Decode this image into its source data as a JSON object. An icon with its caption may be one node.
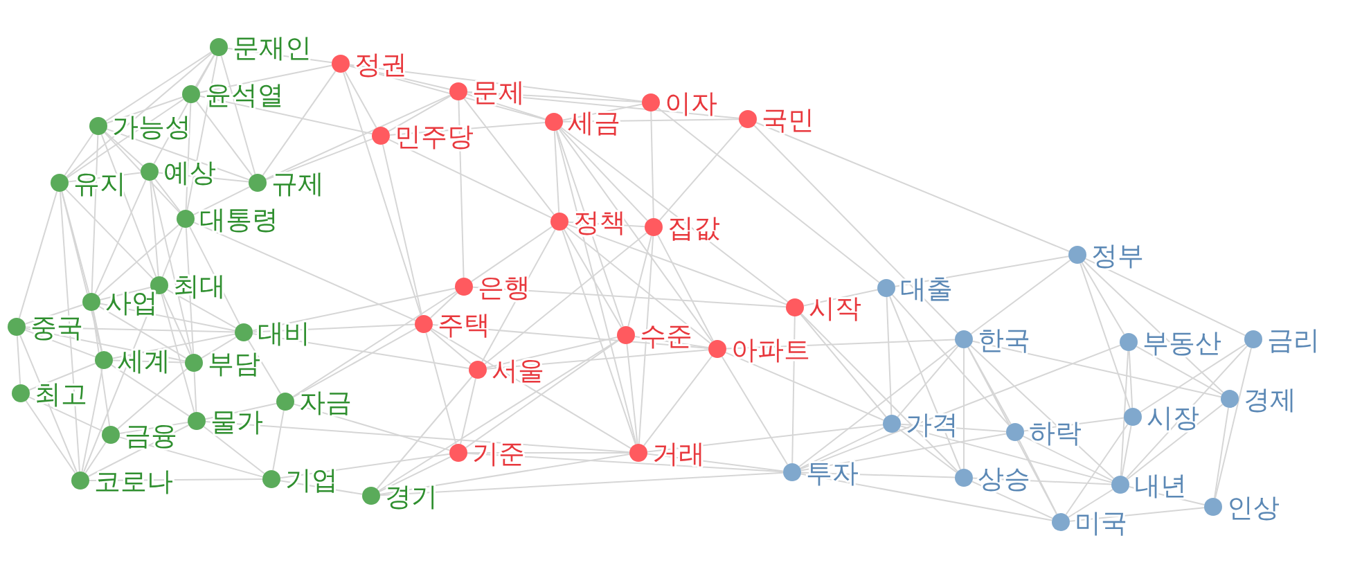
{
  "diagram": {
    "nodes": [
      {
        "text": [],
        "shape": "circle",
        "beside": [
          "문재인"
        ]
      },
      {
        "text": [],
        "shape": "circle",
        "beside": [
          "정권"
        ]
      },
      {
        "text": [],
        "shape": "circle",
        "beside": [
          "문제"
        ]
      },
      {
        "text": [],
        "shape": "circle",
        "beside": [
          "윤석열"
        ]
      },
      {
        "text": [],
        "shape": "circle",
        "beside": [
          "이자"
        ]
      },
      {
        "text": [],
        "shape": "circle",
        "beside": [
          "국민"
        ]
      },
      {
        "text": [],
        "shape": "circle",
        "beside": [
          "세금"
        ]
      },
      {
        "text": [],
        "shape": "circle",
        "beside": [
          "가능성"
        ]
      },
      {
        "text": [],
        "shape": "circle",
        "beside": [
          "민주당"
        ]
      },
      {
        "text": [],
        "shape": "circle",
        "beside": [
          "예상"
        ]
      },
      {
        "text": [],
        "shape": "circle",
        "beside": [
          "유지"
        ]
      },
      {
        "text": [],
        "shape": "circle",
        "beside": [
          "규제"
        ]
      },
      {
        "text": [],
        "shape": "circle",
        "beside": [
          "대통령"
        ]
      },
      {
        "text": [],
        "shape": "circle",
        "beside": [
          "정책"
        ]
      },
      {
        "text": [],
        "shape": "circle",
        "beside": [
          "집값"
        ]
      },
      {
        "text": [],
        "shape": "circle",
        "beside": [
          "정부"
        ]
      },
      {
        "text": [],
        "shape": "circle",
        "beside": [
          "최대"
        ]
      },
      {
        "text": [],
        "shape": "circle",
        "beside": [
          "은행"
        ]
      },
      {
        "text": [],
        "shape": "circle",
        "beside": [
          "대출"
        ]
      },
      {
        "text": [],
        "shape": "circle",
        "beside": [
          "사업"
        ]
      },
      {
        "text": [],
        "shape": "circle",
        "beside": [
          "시작"
        ]
      },
      {
        "text": [],
        "shape": "circle",
        "beside": [
          "주택"
        ]
      },
      {
        "text": [],
        "shape": "circle",
        "beside": [
          "중국"
        ]
      },
      {
        "text": [],
        "shape": "circle",
        "beside": [
          "대비"
        ]
      },
      {
        "text": [],
        "shape": "circle",
        "beside": [
          "수준"
        ]
      },
      {
        "text": [],
        "shape": "circle",
        "beside": [
          "아파트"
        ]
      },
      {
        "text": [],
        "shape": "circle",
        "beside": [
          "한국"
        ]
      },
      {
        "text": [],
        "shape": "circle",
        "beside": [
          "부동산"
        ]
      },
      {
        "text": [],
        "shape": "circle",
        "beside": [
          "금리"
        ]
      },
      {
        "text": [],
        "shape": "circle",
        "beside": [
          "세계"
        ]
      },
      {
        "text": [],
        "shape": "circle",
        "beside": [
          "부담"
        ]
      },
      {
        "text": [],
        "shape": "circle",
        "beside": [
          "서울"
        ]
      },
      {
        "text": [],
        "shape": "circle",
        "beside": [
          "최고"
        ]
      },
      {
        "text": [],
        "shape": "circle",
        "beside": [
          "자금"
        ]
      },
      {
        "text": [],
        "shape": "circle",
        "beside": [
          "경제"
        ]
      },
      {
        "text": [],
        "shape": "circle",
        "beside": [
          "시장"
        ]
      },
      {
        "text": [],
        "shape": "circle",
        "beside": [
          "가격"
        ]
      },
      {
        "text": [],
        "shape": "circle",
        "beside": [
          "물가"
        ]
      },
      {
        "text": [],
        "shape": "circle",
        "beside": [
          "금융"
        ]
      },
      {
        "text": [],
        "shape": "circle",
        "beside": [
          "하락"
        ]
      },
      {
        "text": [],
        "shape": "circle",
        "beside": [
          "기준"
        ]
      },
      {
        "text": [],
        "shape": "circle",
        "beside": [
          "거래"
        ]
      },
      {
        "text": [],
        "shape": "circle",
        "beside": [
          "투자"
        ]
      },
      {
        "text": [],
        "shape": "circle",
        "beside": [
          "상승"
        ]
      },
      {
        "text": [],
        "shape": "circle",
        "beside": [
          "기업"
        ]
      },
      {
        "text": [],
        "shape": "circle",
        "beside": [
          "코로나"
        ]
      },
      {
        "text": [],
        "shape": "circle",
        "beside": [
          "내년"
        ]
      },
      {
        "text": [],
        "shape": "circle",
        "beside": [
          "경기"
        ]
      },
      {
        "text": [],
        "shape": "circle",
        "beside": [
          "인상"
        ]
      },
      {
        "text": [],
        "shape": "circle",
        "beside": [
          "미국"
        ]
      }
    ],
    "edges": [
      {
        "from": 0,
        "to": 1,
        "arrow": "none"
      },
      {
        "from": 0,
        "to": 3,
        "arrow": "none"
      },
      {
        "from": 0,
        "to": 7,
        "arrow": "none"
      },
      {
        "from": 0,
        "to": 10,
        "arrow": "none"
      },
      {
        "from": 0,
        "to": 11,
        "arrow": "none"
      },
      {
        "from": 0,
        "to": 9,
        "arrow": "none"
      },
      {
        "from": 0,
        "to": 12,
        "arrow": "none"
      },
      {
        "from": 3,
        "to": 1,
        "arrow": "none"
      },
      {
        "from": 3,
        "to": 7,
        "arrow": "none"
      },
      {
        "from": 3,
        "to": 8,
        "arrow": "none"
      },
      {
        "from": 3,
        "to": 12,
        "arrow": "none"
      },
      {
        "from": 3,
        "to": 10,
        "arrow": "none"
      },
      {
        "from": 3,
        "to": 11,
        "arrow": "none"
      },
      {
        "from": 7,
        "to": 10,
        "arrow": "none"
      },
      {
        "from": 7,
        "to": 9,
        "arrow": "none"
      },
      {
        "from": 7,
        "to": 12,
        "arrow": "none"
      },
      {
        "from": 7,
        "to": 11,
        "arrow": "none"
      },
      {
        "from": 7,
        "to": 16,
        "arrow": "none"
      },
      {
        "from": 7,
        "to": 19,
        "arrow": "none"
      },
      {
        "from": 10,
        "to": 9,
        "arrow": "none"
      },
      {
        "from": 10,
        "to": 19,
        "arrow": "none"
      },
      {
        "from": 10,
        "to": 22,
        "arrow": "none"
      },
      {
        "from": 10,
        "to": 29,
        "arrow": "none"
      },
      {
        "from": 10,
        "to": 45,
        "arrow": "none"
      },
      {
        "from": 10,
        "to": 16,
        "arrow": "none"
      },
      {
        "from": 9,
        "to": 11,
        "arrow": "none"
      },
      {
        "from": 9,
        "to": 12,
        "arrow": "none"
      },
      {
        "from": 9,
        "to": 16,
        "arrow": "none"
      },
      {
        "from": 9,
        "to": 19,
        "arrow": "none"
      },
      {
        "from": 9,
        "to": 30,
        "arrow": "none"
      },
      {
        "from": 11,
        "to": 8,
        "arrow": "none"
      },
      {
        "from": 11,
        "to": 1,
        "arrow": "none"
      },
      {
        "from": 11,
        "to": 12,
        "arrow": "none"
      },
      {
        "from": 11,
        "to": 2,
        "arrow": "none"
      },
      {
        "from": 12,
        "to": 16,
        "arrow": "none"
      },
      {
        "from": 12,
        "to": 19,
        "arrow": "none"
      },
      {
        "from": 12,
        "to": 23,
        "arrow": "none"
      },
      {
        "from": 12,
        "to": 21,
        "arrow": "none"
      },
      {
        "from": 12,
        "to": 30,
        "arrow": "none"
      },
      {
        "from": 22,
        "to": 19,
        "arrow": "none"
      },
      {
        "from": 22,
        "to": 29,
        "arrow": "none"
      },
      {
        "from": 22,
        "to": 32,
        "arrow": "none"
      },
      {
        "from": 22,
        "to": 23,
        "arrow": "none"
      },
      {
        "from": 22,
        "to": 45,
        "arrow": "none"
      },
      {
        "from": 22,
        "to": 30,
        "arrow": "none"
      },
      {
        "from": 19,
        "to": 29,
        "arrow": "none"
      },
      {
        "from": 19,
        "to": 23,
        "arrow": "none"
      },
      {
        "from": 19,
        "to": 30,
        "arrow": "none"
      },
      {
        "from": 19,
        "to": 38,
        "arrow": "none"
      },
      {
        "from": 19,
        "to": 16,
        "arrow": "none"
      },
      {
        "from": 32,
        "to": 45,
        "arrow": "none"
      },
      {
        "from": 32,
        "to": 29,
        "arrow": "none"
      },
      {
        "from": 32,
        "to": 38,
        "arrow": "none"
      },
      {
        "from": 29,
        "to": 30,
        "arrow": "none"
      },
      {
        "from": 29,
        "to": 45,
        "arrow": "none"
      },
      {
        "from": 29,
        "to": 37,
        "arrow": "none"
      },
      {
        "from": 29,
        "to": 23,
        "arrow": "none"
      },
      {
        "from": 30,
        "to": 23,
        "arrow": "none"
      },
      {
        "from": 30,
        "to": 37,
        "arrow": "none"
      },
      {
        "from": 30,
        "to": 38,
        "arrow": "none"
      },
      {
        "from": 30,
        "to": 16,
        "arrow": "none"
      },
      {
        "from": 16,
        "to": 23,
        "arrow": "none"
      },
      {
        "from": 16,
        "to": 37,
        "arrow": "none"
      },
      {
        "from": 23,
        "to": 33,
        "arrow": "none"
      },
      {
        "from": 23,
        "to": 21,
        "arrow": "none"
      },
      {
        "from": 23,
        "to": 31,
        "arrow": "none"
      },
      {
        "from": 23,
        "to": 17,
        "arrow": "none"
      },
      {
        "from": 33,
        "to": 44,
        "arrow": "none"
      },
      {
        "from": 33,
        "to": 37,
        "arrow": "none"
      },
      {
        "from": 33,
        "to": 21,
        "arrow": "none"
      },
      {
        "from": 33,
        "to": 40,
        "arrow": "none"
      },
      {
        "from": 33,
        "to": 17,
        "arrow": "none"
      },
      {
        "from": 38,
        "to": 37,
        "arrow": "none"
      },
      {
        "from": 38,
        "to": 45,
        "arrow": "none"
      },
      {
        "from": 38,
        "to": 44,
        "arrow": "none"
      },
      {
        "from": 37,
        "to": 44,
        "arrow": "none"
      },
      {
        "from": 37,
        "to": 45,
        "arrow": "none"
      },
      {
        "from": 37,
        "to": 41,
        "arrow": "none"
      },
      {
        "from": 45,
        "to": 44,
        "arrow": "none"
      },
      {
        "from": 45,
        "to": 16,
        "arrow": "none"
      },
      {
        "from": 44,
        "to": 47,
        "arrow": "none"
      },
      {
        "from": 44,
        "to": 40,
        "arrow": "none"
      },
      {
        "from": 47,
        "to": 40,
        "arrow": "none"
      },
      {
        "from": 47,
        "to": 31,
        "arrow": "none"
      },
      {
        "from": 47,
        "to": 42,
        "arrow": "none"
      },
      {
        "from": 47,
        "to": 41,
        "arrow": "none"
      },
      {
        "from": 47,
        "to": 24,
        "arrow": "none"
      },
      {
        "from": 1,
        "to": 2,
        "arrow": "none"
      },
      {
        "from": 1,
        "to": 6,
        "arrow": "none"
      },
      {
        "from": 1,
        "to": 4,
        "arrow": "none"
      },
      {
        "from": 1,
        "to": 8,
        "arrow": "none"
      },
      {
        "from": 1,
        "to": 21,
        "arrow": "none"
      },
      {
        "from": 2,
        "to": 6,
        "arrow": "none"
      },
      {
        "from": 2,
        "to": 4,
        "arrow": "none"
      },
      {
        "from": 2,
        "to": 5,
        "arrow": "none"
      },
      {
        "from": 2,
        "to": 8,
        "arrow": "none"
      },
      {
        "from": 2,
        "to": 13,
        "arrow": "none"
      },
      {
        "from": 2,
        "to": 17,
        "arrow": "none"
      },
      {
        "from": 8,
        "to": 6,
        "arrow": "none"
      },
      {
        "from": 8,
        "to": 13,
        "arrow": "none"
      },
      {
        "from": 8,
        "to": 21,
        "arrow": "none"
      },
      {
        "from": 6,
        "to": 13,
        "arrow": "none"
      },
      {
        "from": 6,
        "to": 24,
        "arrow": "none"
      },
      {
        "from": 6,
        "to": 25,
        "arrow": "none"
      },
      {
        "from": 6,
        "to": 41,
        "arrow": "none"
      },
      {
        "from": 6,
        "to": 5,
        "arrow": "none"
      },
      {
        "from": 6,
        "to": 4,
        "arrow": "none"
      },
      {
        "from": 6,
        "to": 20,
        "arrow": "none"
      },
      {
        "from": 6,
        "to": 14,
        "arrow": "none"
      },
      {
        "from": 4,
        "to": 14,
        "arrow": "none"
      },
      {
        "from": 4,
        "to": 18,
        "arrow": "none"
      },
      {
        "from": 5,
        "to": 14,
        "arrow": "none"
      },
      {
        "from": 5,
        "to": 15,
        "arrow": "none"
      },
      {
        "from": 5,
        "to": 26,
        "arrow": "none"
      },
      {
        "from": 13,
        "to": 14,
        "arrow": "none"
      },
      {
        "from": 13,
        "to": 17,
        "arrow": "none"
      },
      {
        "from": 13,
        "to": 24,
        "arrow": "none"
      },
      {
        "from": 13,
        "to": 25,
        "arrow": "none"
      },
      {
        "from": 13,
        "to": 31,
        "arrow": "none"
      },
      {
        "from": 13,
        "to": 41,
        "arrow": "none"
      },
      {
        "from": 13,
        "to": 20,
        "arrow": "none"
      },
      {
        "from": 14,
        "to": 25,
        "arrow": "none"
      },
      {
        "from": 14,
        "to": 24,
        "arrow": "none"
      },
      {
        "from": 14,
        "to": 41,
        "arrow": "none"
      },
      {
        "from": 14,
        "to": 31,
        "arrow": "none"
      },
      {
        "from": 17,
        "to": 21,
        "arrow": "none"
      },
      {
        "from": 17,
        "to": 20,
        "arrow": "none"
      },
      {
        "from": 21,
        "to": 31,
        "arrow": "none"
      },
      {
        "from": 21,
        "to": 40,
        "arrow": "none"
      },
      {
        "from": 21,
        "to": 25,
        "arrow": "none"
      },
      {
        "from": 21,
        "to": 41,
        "arrow": "none"
      },
      {
        "from": 31,
        "to": 24,
        "arrow": "none"
      },
      {
        "from": 31,
        "to": 40,
        "arrow": "none"
      },
      {
        "from": 31,
        "to": 25,
        "arrow": "none"
      },
      {
        "from": 24,
        "to": 25,
        "arrow": "none"
      },
      {
        "from": 24,
        "to": 41,
        "arrow": "none"
      },
      {
        "from": 24,
        "to": 40,
        "arrow": "none"
      },
      {
        "from": 25,
        "to": 41,
        "arrow": "none"
      },
      {
        "from": 25,
        "to": 42,
        "arrow": "none"
      },
      {
        "from": 25,
        "to": 26,
        "arrow": "none"
      },
      {
        "from": 25,
        "to": 36,
        "arrow": "none"
      },
      {
        "from": 40,
        "to": 41,
        "arrow": "none"
      },
      {
        "from": 40,
        "to": 42,
        "arrow": "none"
      },
      {
        "from": 41,
        "to": 42,
        "arrow": "none"
      },
      {
        "from": 41,
        "to": 36,
        "arrow": "none"
      },
      {
        "from": 20,
        "to": 42,
        "arrow": "none"
      },
      {
        "from": 20,
        "to": 36,
        "arrow": "none"
      },
      {
        "from": 20,
        "to": 43,
        "arrow": "none"
      },
      {
        "from": 20,
        "to": 18,
        "arrow": "none"
      },
      {
        "from": 18,
        "to": 15,
        "arrow": "none"
      },
      {
        "from": 18,
        "to": 36,
        "arrow": "none"
      },
      {
        "from": 18,
        "to": 43,
        "arrow": "none"
      },
      {
        "from": 18,
        "to": 39,
        "arrow": "none"
      },
      {
        "from": 15,
        "to": 26,
        "arrow": "none"
      },
      {
        "from": 15,
        "to": 35,
        "arrow": "none"
      },
      {
        "from": 15,
        "to": 27,
        "arrow": "none"
      },
      {
        "from": 15,
        "to": 34,
        "arrow": "none"
      },
      {
        "from": 15,
        "to": 28,
        "arrow": "none"
      },
      {
        "from": 26,
        "to": 36,
        "arrow": "none"
      },
      {
        "from": 26,
        "to": 42,
        "arrow": "none"
      },
      {
        "from": 26,
        "to": 43,
        "arrow": "none"
      },
      {
        "from": 26,
        "to": 39,
        "arrow": "none"
      },
      {
        "from": 26,
        "to": 49,
        "arrow": "none"
      },
      {
        "from": 26,
        "to": 46,
        "arrow": "none"
      },
      {
        "from": 26,
        "to": 34,
        "arrow": "none"
      },
      {
        "from": 27,
        "to": 42,
        "arrow": "none"
      },
      {
        "from": 27,
        "to": 35,
        "arrow": "none"
      },
      {
        "from": 27,
        "to": 34,
        "arrow": "none"
      },
      {
        "from": 27,
        "to": 46,
        "arrow": "none"
      },
      {
        "from": 28,
        "to": 35,
        "arrow": "none"
      },
      {
        "from": 28,
        "to": 48,
        "arrow": "none"
      },
      {
        "from": 28,
        "to": 46,
        "arrow": "none"
      },
      {
        "from": 34,
        "to": 48,
        "arrow": "none"
      },
      {
        "from": 34,
        "to": 46,
        "arrow": "none"
      },
      {
        "from": 35,
        "to": 39,
        "arrow": "none"
      },
      {
        "from": 35,
        "to": 46,
        "arrow": "none"
      },
      {
        "from": 35,
        "to": 49,
        "arrow": "none"
      },
      {
        "from": 36,
        "to": 39,
        "arrow": "none"
      },
      {
        "from": 36,
        "to": 43,
        "arrow": "none"
      },
      {
        "from": 36,
        "to": 42,
        "arrow": "none"
      },
      {
        "from": 36,
        "to": 46,
        "arrow": "none"
      },
      {
        "from": 39,
        "to": 49,
        "arrow": "none"
      },
      {
        "from": 39,
        "to": 46,
        "arrow": "none"
      },
      {
        "from": 39,
        "to": 42,
        "arrow": "none"
      },
      {
        "from": 43,
        "to": 49,
        "arrow": "none"
      },
      {
        "from": 43,
        "to": 42,
        "arrow": "none"
      },
      {
        "from": 43,
        "to": 46,
        "arrow": "none"
      },
      {
        "from": 42,
        "to": 49,
        "arrow": "none"
      },
      {
        "from": 46,
        "to": 49,
        "arrow": "none"
      },
      {
        "from": 46,
        "to": 48,
        "arrow": "none"
      },
      {
        "from": 49,
        "to": 48,
        "arrow": "none"
      }
    ]
  }
}
